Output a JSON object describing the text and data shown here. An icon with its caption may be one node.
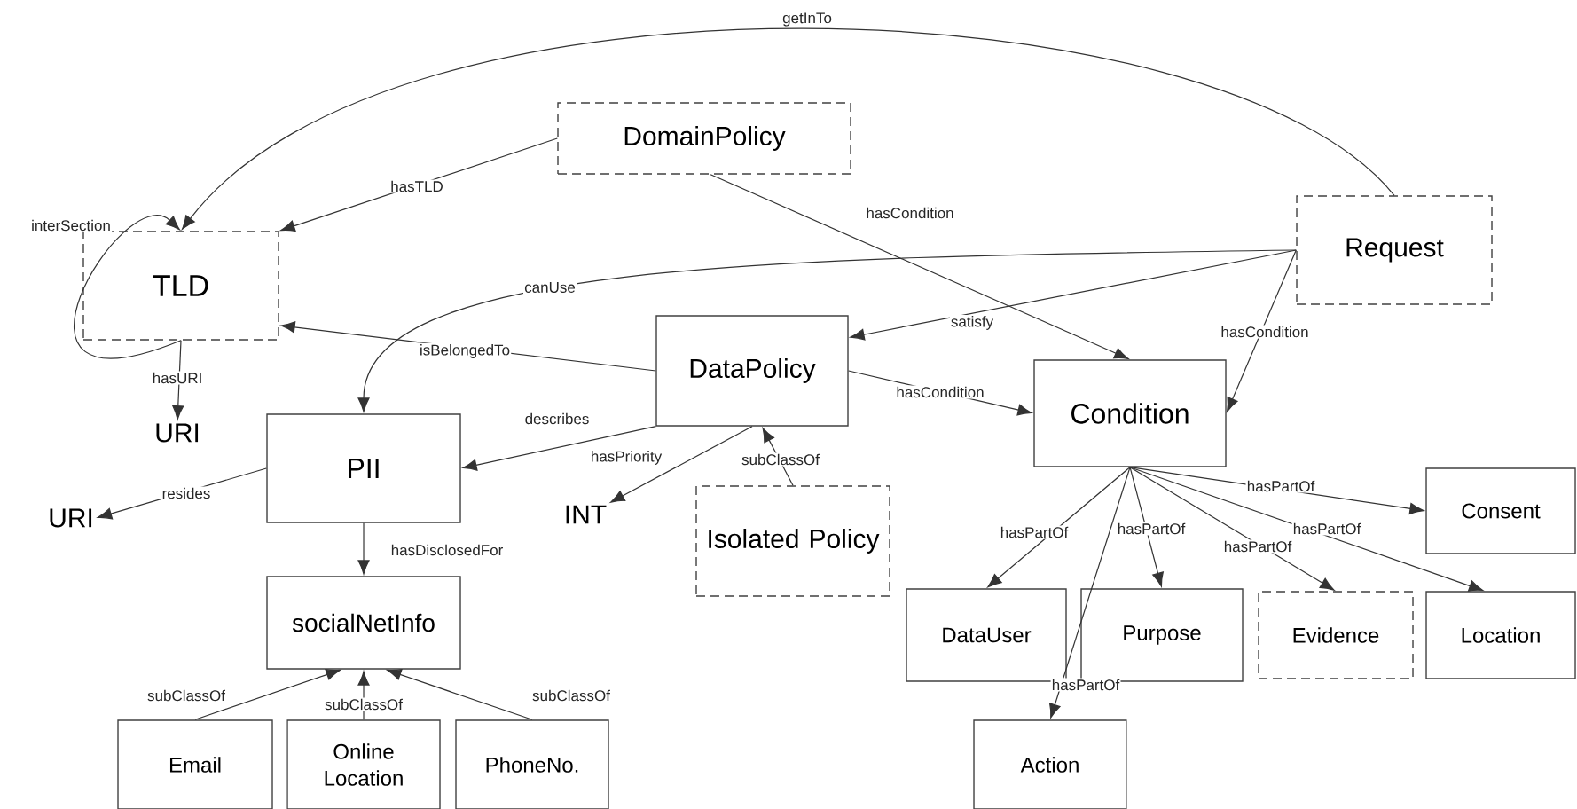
{
  "diagram": {
    "nodes": [
      {
        "text": [
          "DomainPolicy"
        ]
      },
      {
        "text": [
          "TLD"
        ]
      },
      {
        "text": [
          "Request"
        ]
      },
      {
        "text": [
          "DataPolicy"
        ]
      },
      {
        "text": [
          "Condition"
        ]
      },
      {
        "text": [
          "URI"
        ]
      },
      {
        "text": [
          "PII"
        ]
      },
      {
        "text": [
          "URI"
        ]
      },
      {
        "text": [
          "INT"
        ]
      },
      {
        "text": [
          "Isolated Policy"
        ]
      },
      {
        "text": [
          "Consent"
        ]
      },
      {
        "text": [
          "socialNetInfo"
        ]
      },
      {
        "text": [
          "DataUser"
        ]
      },
      {
        "text": [
          "Purpose"
        ]
      },
      {
        "text": [
          "Evidence"
        ]
      },
      {
        "text": [
          "Location"
        ]
      },
      {
        "text": [
          "Email"
        ]
      },
      {
        "text": [
          "Online Location"
        ]
      },
      {
        "text": [
          "PhoneNo."
        ]
      },
      {
        "text": [
          "Action"
        ]
      }
    ],
    "edges": [
      {
        "from": 2,
        "to": 1,
        "arrow": "to",
        "label": "getInTo"
      },
      {
        "from": 0,
        "to": 1,
        "arrow": "to",
        "label": "hasTLD"
      },
      {
        "from": 1,
        "to": 1,
        "arrow": "to",
        "label": "interSection"
      },
      {
        "from": 1,
        "to": 5,
        "arrow": "to",
        "label": "hasURI"
      },
      {
        "from": 2,
        "to": 6,
        "arrow": "to",
        "label": "canUse"
      },
      {
        "from": 3,
        "to": 1,
        "arrow": "to",
        "label": "isBelongedTo"
      },
      {
        "from": 2,
        "to": 3,
        "arrow": "to",
        "label": "satisfy"
      },
      {
        "from": 0,
        "to": 4,
        "arrow": "to",
        "label": "hasCondition"
      },
      {
        "from": 2,
        "to": 4,
        "arrow": "to",
        "label": "hasCondition"
      },
      {
        "from": 3,
        "to": 4,
        "arrow": "to",
        "label": "hasCondition"
      },
      {
        "from": 3,
        "to": 6,
        "arrow": "to",
        "label": "describes"
      },
      {
        "from": 6,
        "to": 7,
        "arrow": "to",
        "label": "resides"
      },
      {
        "from": 3,
        "to": 8,
        "arrow": "to",
        "label": "hasPriority"
      },
      {
        "from": 9,
        "to": 3,
        "arrow": "to",
        "label": "subClassOf"
      },
      {
        "from": 6,
        "to": 11,
        "arrow": "to",
        "label": "hasDisclosedFor"
      },
      {
        "from": 16,
        "to": 11,
        "arrow": "to",
        "label": "subClassOf"
      },
      {
        "from": 17,
        "to": 11,
        "arrow": "to",
        "label": "subClassOf"
      },
      {
        "from": 18,
        "to": 11,
        "arrow": "to",
        "label": "subClassOf"
      },
      {
        "from": 4,
        "to": 12,
        "arrow": "to",
        "label": "hasPartOf"
      },
      {
        "from": 4,
        "to": 13,
        "arrow": "to",
        "label": "hasPartOf"
      },
      {
        "from": 4,
        "to": 14,
        "arrow": "to",
        "label": "hasPartOf"
      },
      {
        "from": 4,
        "to": 15,
        "arrow": "to",
        "label": "hasPartOf"
      },
      {
        "from": 4,
        "to": 10,
        "arrow": "to",
        "label": "hasPartOf"
      },
      {
        "from": 4,
        "to": 19,
        "arrow": "to",
        "label": "hasPartOf"
      }
    ]
  }
}
